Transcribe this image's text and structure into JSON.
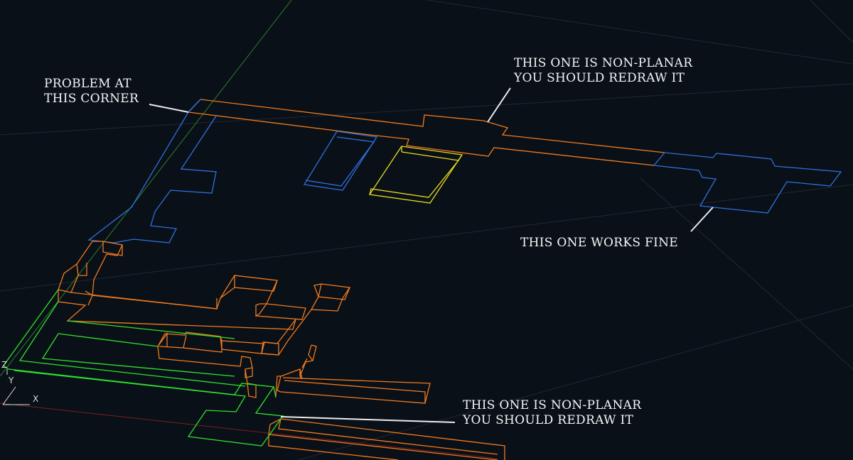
{
  "viewport": {
    "background": "#0a1017",
    "colors": {
      "orange": "#f07a1e",
      "blue": "#2f6fe0",
      "yellow": "#e6dc1e",
      "green": "#2ee02e",
      "annotation": "#f4f6f8"
    }
  },
  "annotations": {
    "problem_corner": {
      "line1": "PROBLEM AT",
      "line2": "THIS CORNER"
    },
    "non_planar_top": {
      "line1": "THIS ONE IS NON-PLANAR",
      "line2": "YOU SHOULD REDRAW IT"
    },
    "works_fine": {
      "line1": "THIS ONE WORKS FINE"
    },
    "non_planar_bottom": {
      "line1": "THIS ONE IS NON-PLANAR",
      "line2": "YOU SHOULD REDRAW IT"
    }
  },
  "ucs": {
    "z_label": "Z",
    "y_label": "Y",
    "x_label": "X",
    "icon": "ucs-axis-icon"
  }
}
